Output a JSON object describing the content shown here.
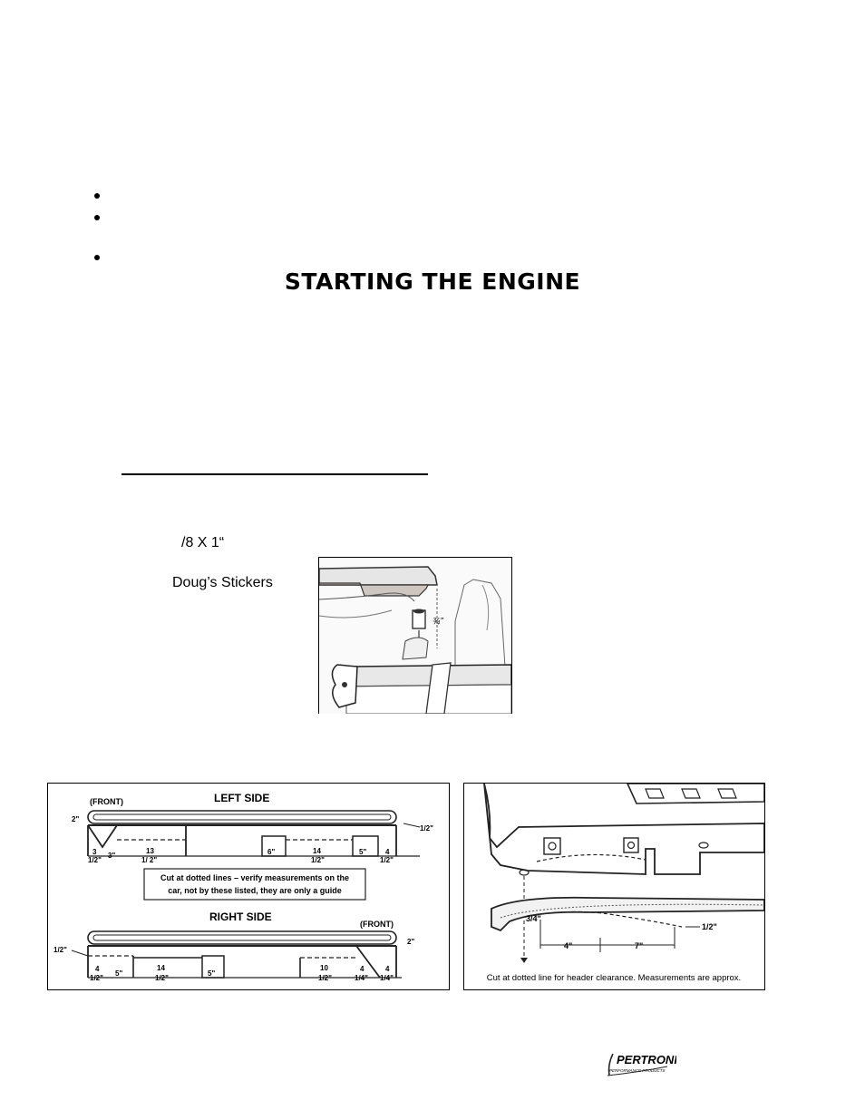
{
  "page": {
    "heading": "STARTING THE ENGINE",
    "spacer_size_fragment": "/8 X 1“",
    "sticker_label": "Doug’s Stickers"
  },
  "figure_spacer": {
    "dimension_label": "¾”"
  },
  "figure_cut_diagram": {
    "left_title": "LEFT SIDE",
    "right_title": "RIGHT SIDE",
    "front_top": "(FRONT)",
    "front_bottom": "(FRONT)",
    "note_line1": "Cut at dotted lines – verify measurements on the",
    "note_line2": "car, not by these listed, they are only a guide",
    "left_dims": {
      "d_2in": "2\"",
      "d_half_right": "1/2\"",
      "d_3_a": "3",
      "d_3_b": "1/2\"",
      "d_3in": "3\"",
      "d_13_a": "13",
      "d_13_b": "1/ 2\"",
      "d_6in": "6\"",
      "d_14_a": "14",
      "d_14_b": "1/2\"",
      "d_5in": "5\"",
      "d_4_a": "4",
      "d_4_b": "1/2\""
    },
    "right_dims": {
      "d_half_left": "1/2\"",
      "d_2in": "2\"",
      "d_4_a": "4",
      "d_4_b": "1/2\"",
      "d_5in_a": "5\"",
      "d_14_a": "14",
      "d_14_b": "1/2\"",
      "d_5in_b": "5\"",
      "d_10_a": "10",
      "d_10_b": "1/2\"",
      "d_4c_a": "4",
      "d_4c_b": "1/4\"",
      "d_4d_a": "4",
      "d_4d_b": "1/4\""
    }
  },
  "figure_header_clearance": {
    "dim_34": "3/4\"",
    "dim_half": "1/2\"",
    "dim_4": "4\"",
    "dim_7": "7\"",
    "caption": "Cut at dotted line for header clearance. Measurements are approx."
  },
  "logo": {
    "brand": "PERTRONIX",
    "tagline": "PERFORMANCE PRODUCTS"
  }
}
